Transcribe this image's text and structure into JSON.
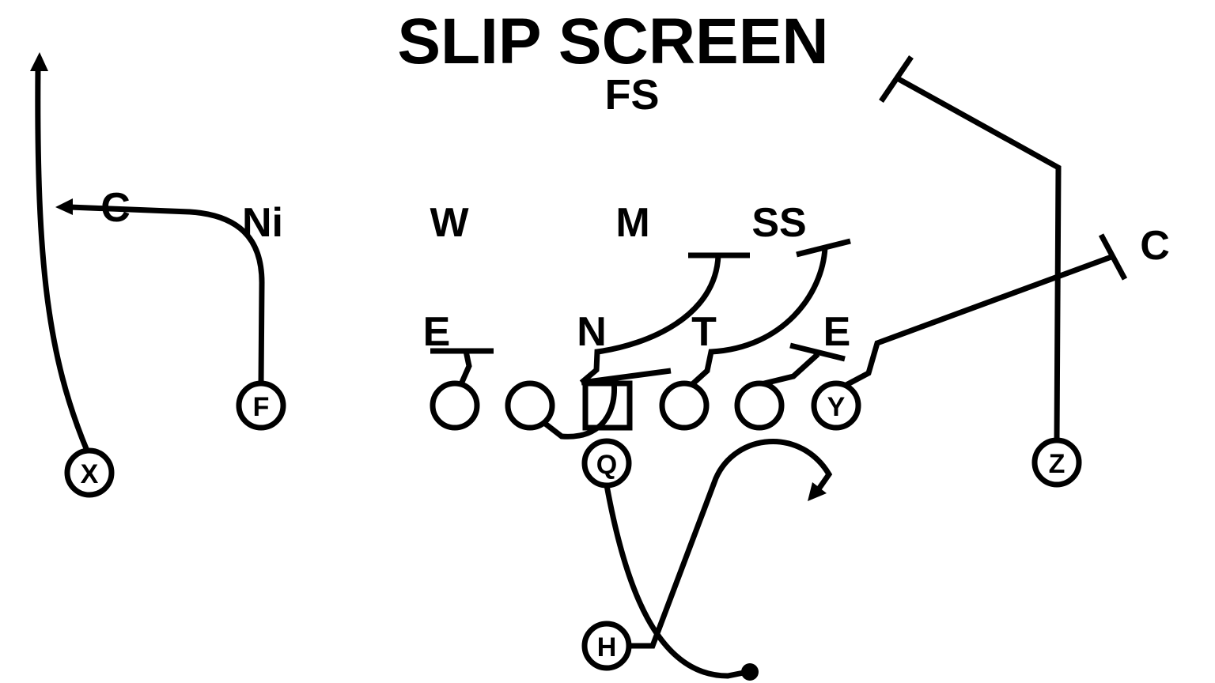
{
  "title": "SLIP SCREEN",
  "subtitle": "FS",
  "colors": {
    "ink": "#000000",
    "background": "#ffffff"
  },
  "defense": {
    "corner_left": "C",
    "nickel": "Ni",
    "will": "W",
    "mike": "M",
    "strong_safety": "SS",
    "end_left": "E",
    "nose": "N",
    "tackle": "T",
    "end_right": "E",
    "corner_right": "C"
  },
  "offense": {
    "x": "X",
    "f": "F",
    "y": "Y",
    "q": "Q",
    "h": "H",
    "z": "Z"
  }
}
